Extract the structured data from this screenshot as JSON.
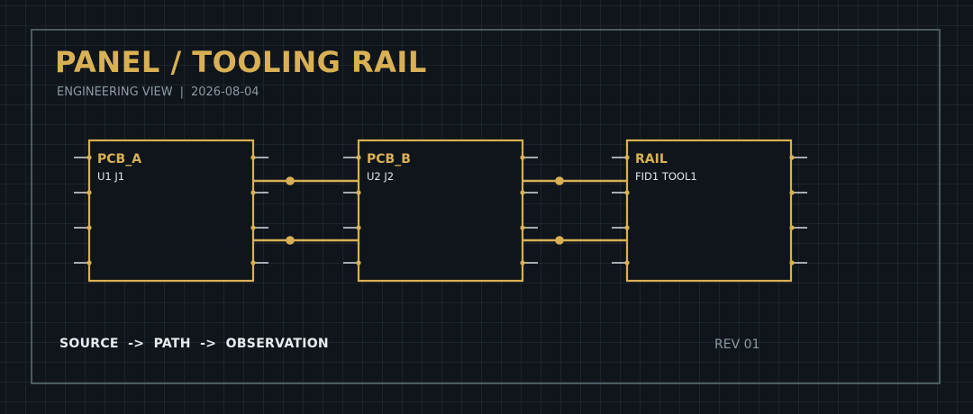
{
  "header": {
    "title": "PANEL / TOOLING RAIL",
    "view": "ENGINEERING VIEW",
    "separator": "|",
    "date": "2026-08-04"
  },
  "nodes": [
    {
      "id": "pcb_a",
      "title": "PCB_A",
      "refs": "U1 J1"
    },
    {
      "id": "pcb_b",
      "title": "PCB_B",
      "refs": "U2 J2"
    },
    {
      "id": "rail",
      "title": "RAIL",
      "refs": "FID1 TOOL1"
    }
  ],
  "footer": {
    "flow": "SOURCE  ->  PATH  ->  OBSERVATION",
    "revision": "REV 01"
  },
  "colors": {
    "background": "#10151b",
    "accent": "#d9b154",
    "frame": "#4b5c62",
    "muted_text": "#8e9ba4",
    "pin": "#d9dde0"
  }
}
